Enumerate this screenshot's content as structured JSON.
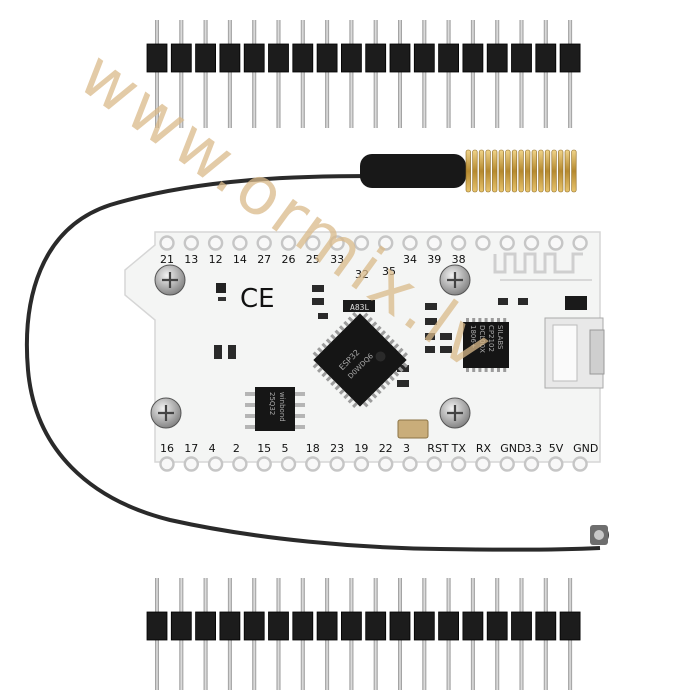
{
  "board": {
    "top_pins": [
      "21",
      "13",
      "12",
      "14",
      "27",
      "26",
      "25",
      "33",
      "",
      "",
      "34",
      "39",
      "38",
      "",
      "",
      "",
      "",
      ""
    ],
    "top_inner_labels": [
      "32",
      "35"
    ],
    "bottom_pins": [
      "16",
      "17",
      "4",
      "2",
      "15",
      "5",
      "18",
      "23",
      "19",
      "22",
      "3",
      "RST",
      "TX",
      "RX",
      "GND",
      "3.3",
      "5V",
      "GND"
    ],
    "chip_cp2102": [
      "SILABS",
      "CP2102",
      "DCL00X",
      "1806+"
    ],
    "chip_esp32": [
      "ESP32",
      "D0WDQ6"
    ],
    "chip_flash": [
      "winbond",
      "25Q32"
    ],
    "resistor_code": "A83L",
    "ce_mark": "CE"
  },
  "watermark": {
    "text": "www.ormix.lv"
  },
  "colors": {
    "board": "#f4f5f4",
    "pin_plastic": "#1c1c1c",
    "pin_metal": "#b8b8b8",
    "spring_gold": "#c9a24a",
    "watermark": "#d9b98a",
    "cable": "#2a2a2a"
  },
  "icons": [
    "screw-icon",
    "wifi-antenna-icon",
    "usb-port-icon",
    "ce-mark-icon"
  ]
}
